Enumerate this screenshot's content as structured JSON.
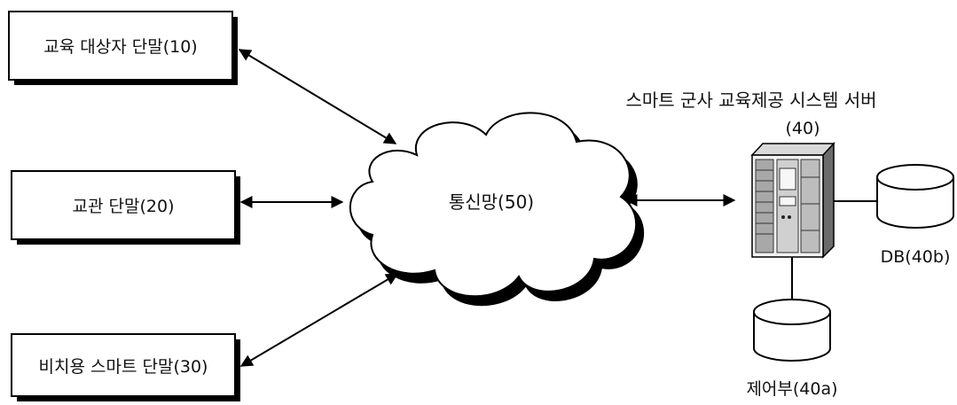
{
  "terminals": {
    "trainee": "교육 대상자 단말(10)",
    "instructor": "교관 단말(20)",
    "non_military": "비치용 스마트 단말(30)"
  },
  "network": {
    "label": "통신망(50)"
  },
  "server": {
    "title": "스마트 군사 교육제공 시스템 서버",
    "id": "(40)"
  },
  "database": {
    "label": "DB(40b)"
  },
  "controller": {
    "label": "제어부(40a)"
  }
}
